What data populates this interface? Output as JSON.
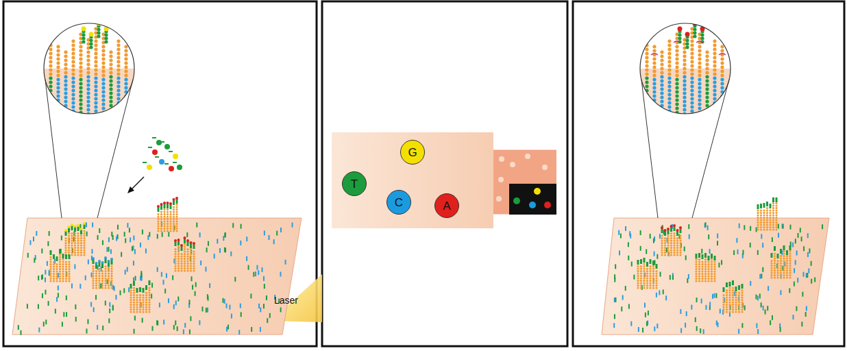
{
  "diagram": {
    "nodes": [
      {
        "text": [
          "G"
        ]
      },
      {
        "text": [
          "T"
        ]
      },
      {
        "text": [
          "C"
        ]
      },
      {
        "text": [
          "A"
        ]
      }
    ],
    "labels": [
      "Laser"
    ]
  }
}
